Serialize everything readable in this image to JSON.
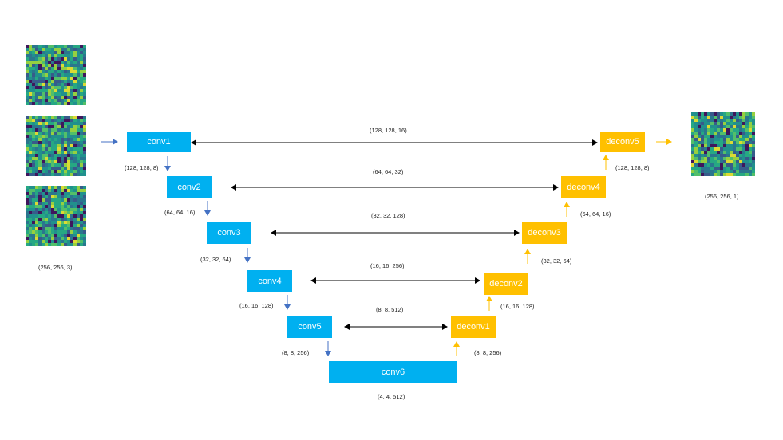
{
  "encoder": {
    "conv1": "conv1",
    "conv2": "conv2",
    "conv3": "conv3",
    "conv4": "conv4",
    "conv5": "conv5",
    "conv6": "conv6"
  },
  "decoder": {
    "deconv1": "deconv1",
    "deconv2": "deconv2",
    "deconv3": "deconv3",
    "deconv4": "deconv4",
    "deconv5": "deconv5"
  },
  "shapes": {
    "input": "(256, 256, 3)",
    "output": "(256, 256, 1)",
    "conv1_out": "(128, 128, 8)",
    "conv2_out": "(64, 64, 16)",
    "conv3_out": "(32, 32, 64)",
    "conv4_out": "(16, 16, 128)",
    "conv5_out": "(8, 8, 256)",
    "conv6_out": "(4, 4, 512)",
    "deconv1_out": "(8, 8, 256)",
    "deconv2_out": "(16, 16, 128)",
    "deconv3_out": "(32, 32, 64)",
    "deconv4_out": "(64, 64, 16)",
    "deconv5_out": "(128, 128, 8)"
  },
  "skips": {
    "s1": "(128, 128, 16)",
    "s2": "(64, 64, 32)",
    "s3": "(32, 32, 128)",
    "s4": "(16, 16, 256)",
    "s5": "(8, 8, 512)"
  },
  "colors": {
    "encoder": "#00b0f0",
    "decoder": "#ffc000",
    "down_arrow": "#4472c4",
    "up_arrow": "#ffc000",
    "skip_arrow": "#000000"
  }
}
